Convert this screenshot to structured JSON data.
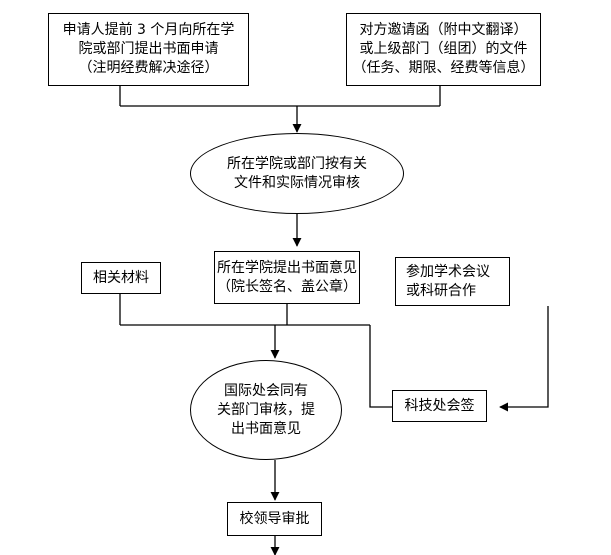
{
  "nodes": {
    "application": {
      "lines": [
        "申请人提前 3 个月向所在学",
        "院或部门提出书面申请",
        "（注明经费解决途径）"
      ]
    },
    "invitation": {
      "lines": [
        "对方邀请函（附中文翻译）",
        "或上级部门（组团）的文件",
        "（任务、期限、经费等信息）"
      ]
    },
    "college_review": {
      "lines": [
        "所在学院或部门按有关",
        "文件和实际情况审核"
      ]
    },
    "college_opinion": {
      "lines": [
        "所在学院提出书面意见",
        "（院长签名、盖公章）"
      ]
    },
    "materials": {
      "lines": [
        "相关材料"
      ]
    },
    "conference": {
      "lines": [
        "参加学术会议",
        "或科研合作"
      ]
    },
    "intl_office": {
      "lines": [
        "国际处会同有",
        "关部门审核，提",
        "出书面意见"
      ]
    },
    "tech_office": {
      "lines": [
        "科技处会签"
      ]
    },
    "leader_approval": {
      "lines": [
        "校领导审批"
      ]
    }
  }
}
